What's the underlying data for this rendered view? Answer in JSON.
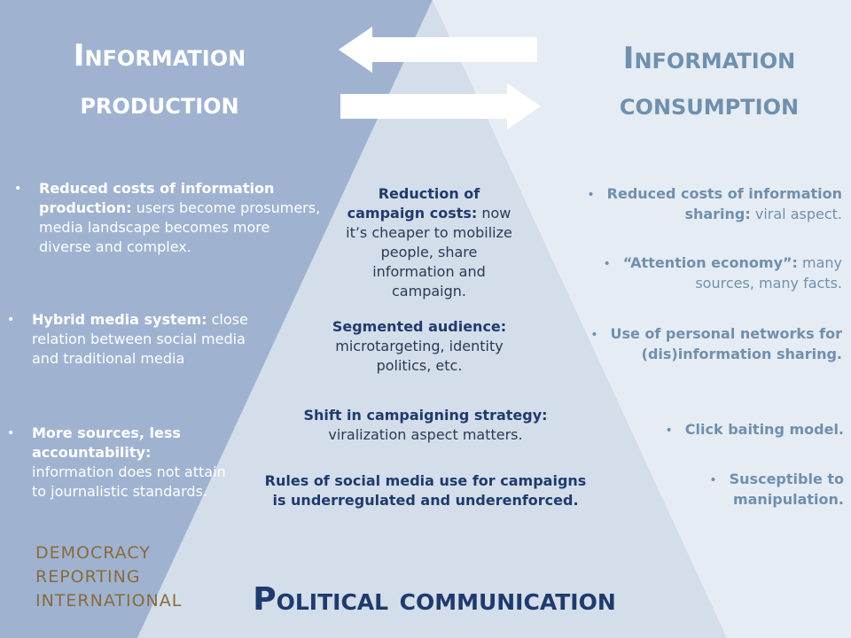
{
  "titles": {
    "production": [
      "Information",
      "production"
    ],
    "consumption": [
      "Information",
      "consumption"
    ],
    "political": "Political communication"
  },
  "left_items": [
    {
      "bold": "Reduced costs of information production:",
      "text": " users become prosumers, media landscape becomes more diverse and complex."
    },
    {
      "bold": "Hybrid media system:",
      "text": " close relation between social media and traditional media"
    },
    {
      "bold": "More sources, less accountability:",
      "text": " information does not attain to journalistic standards."
    }
  ],
  "center_items": [
    {
      "bold": "Reduction of campaign costs:",
      "text": " now it’s cheaper to mobilize people, share information and campaign."
    },
    {
      "bold": "Segmented audience:",
      "text": " microtargeting, identity politics, etc."
    },
    {
      "bold": "Shift in campaigning strategy:",
      "text": " viralization aspect matters."
    },
    {
      "bold": "Rules of social media use for campaigns is underregulated and underenforced.",
      "text": ""
    }
  ],
  "right_items": [
    {
      "bold": "Reduced costs of information sharing:",
      "text": " viral aspect."
    },
    {
      "bold": "“Attention economy”:",
      "text": " many sources, many facts."
    },
    {
      "bold": "Use of personal networks for (dis)information sharing.",
      "text": ""
    },
    {
      "bold": "Click baiting model.",
      "text": ""
    },
    {
      "bold": "Susceptible to manipulation.",
      "text": ""
    }
  ],
  "logo": [
    "DEMOCRACY",
    "REPORTING",
    "INTERNATIONAL"
  ],
  "bullet": "•",
  "colors": {
    "left_panel": "#9fb3d1",
    "right_panel": "#e6ecf4",
    "pyramid": "#d3deea",
    "title_dark": "#1f3a6e",
    "title_light": "#6f90ae",
    "logo": "#8a6a3c"
  },
  "icons": [
    "arrow-left-icon",
    "arrow-right-icon"
  ]
}
